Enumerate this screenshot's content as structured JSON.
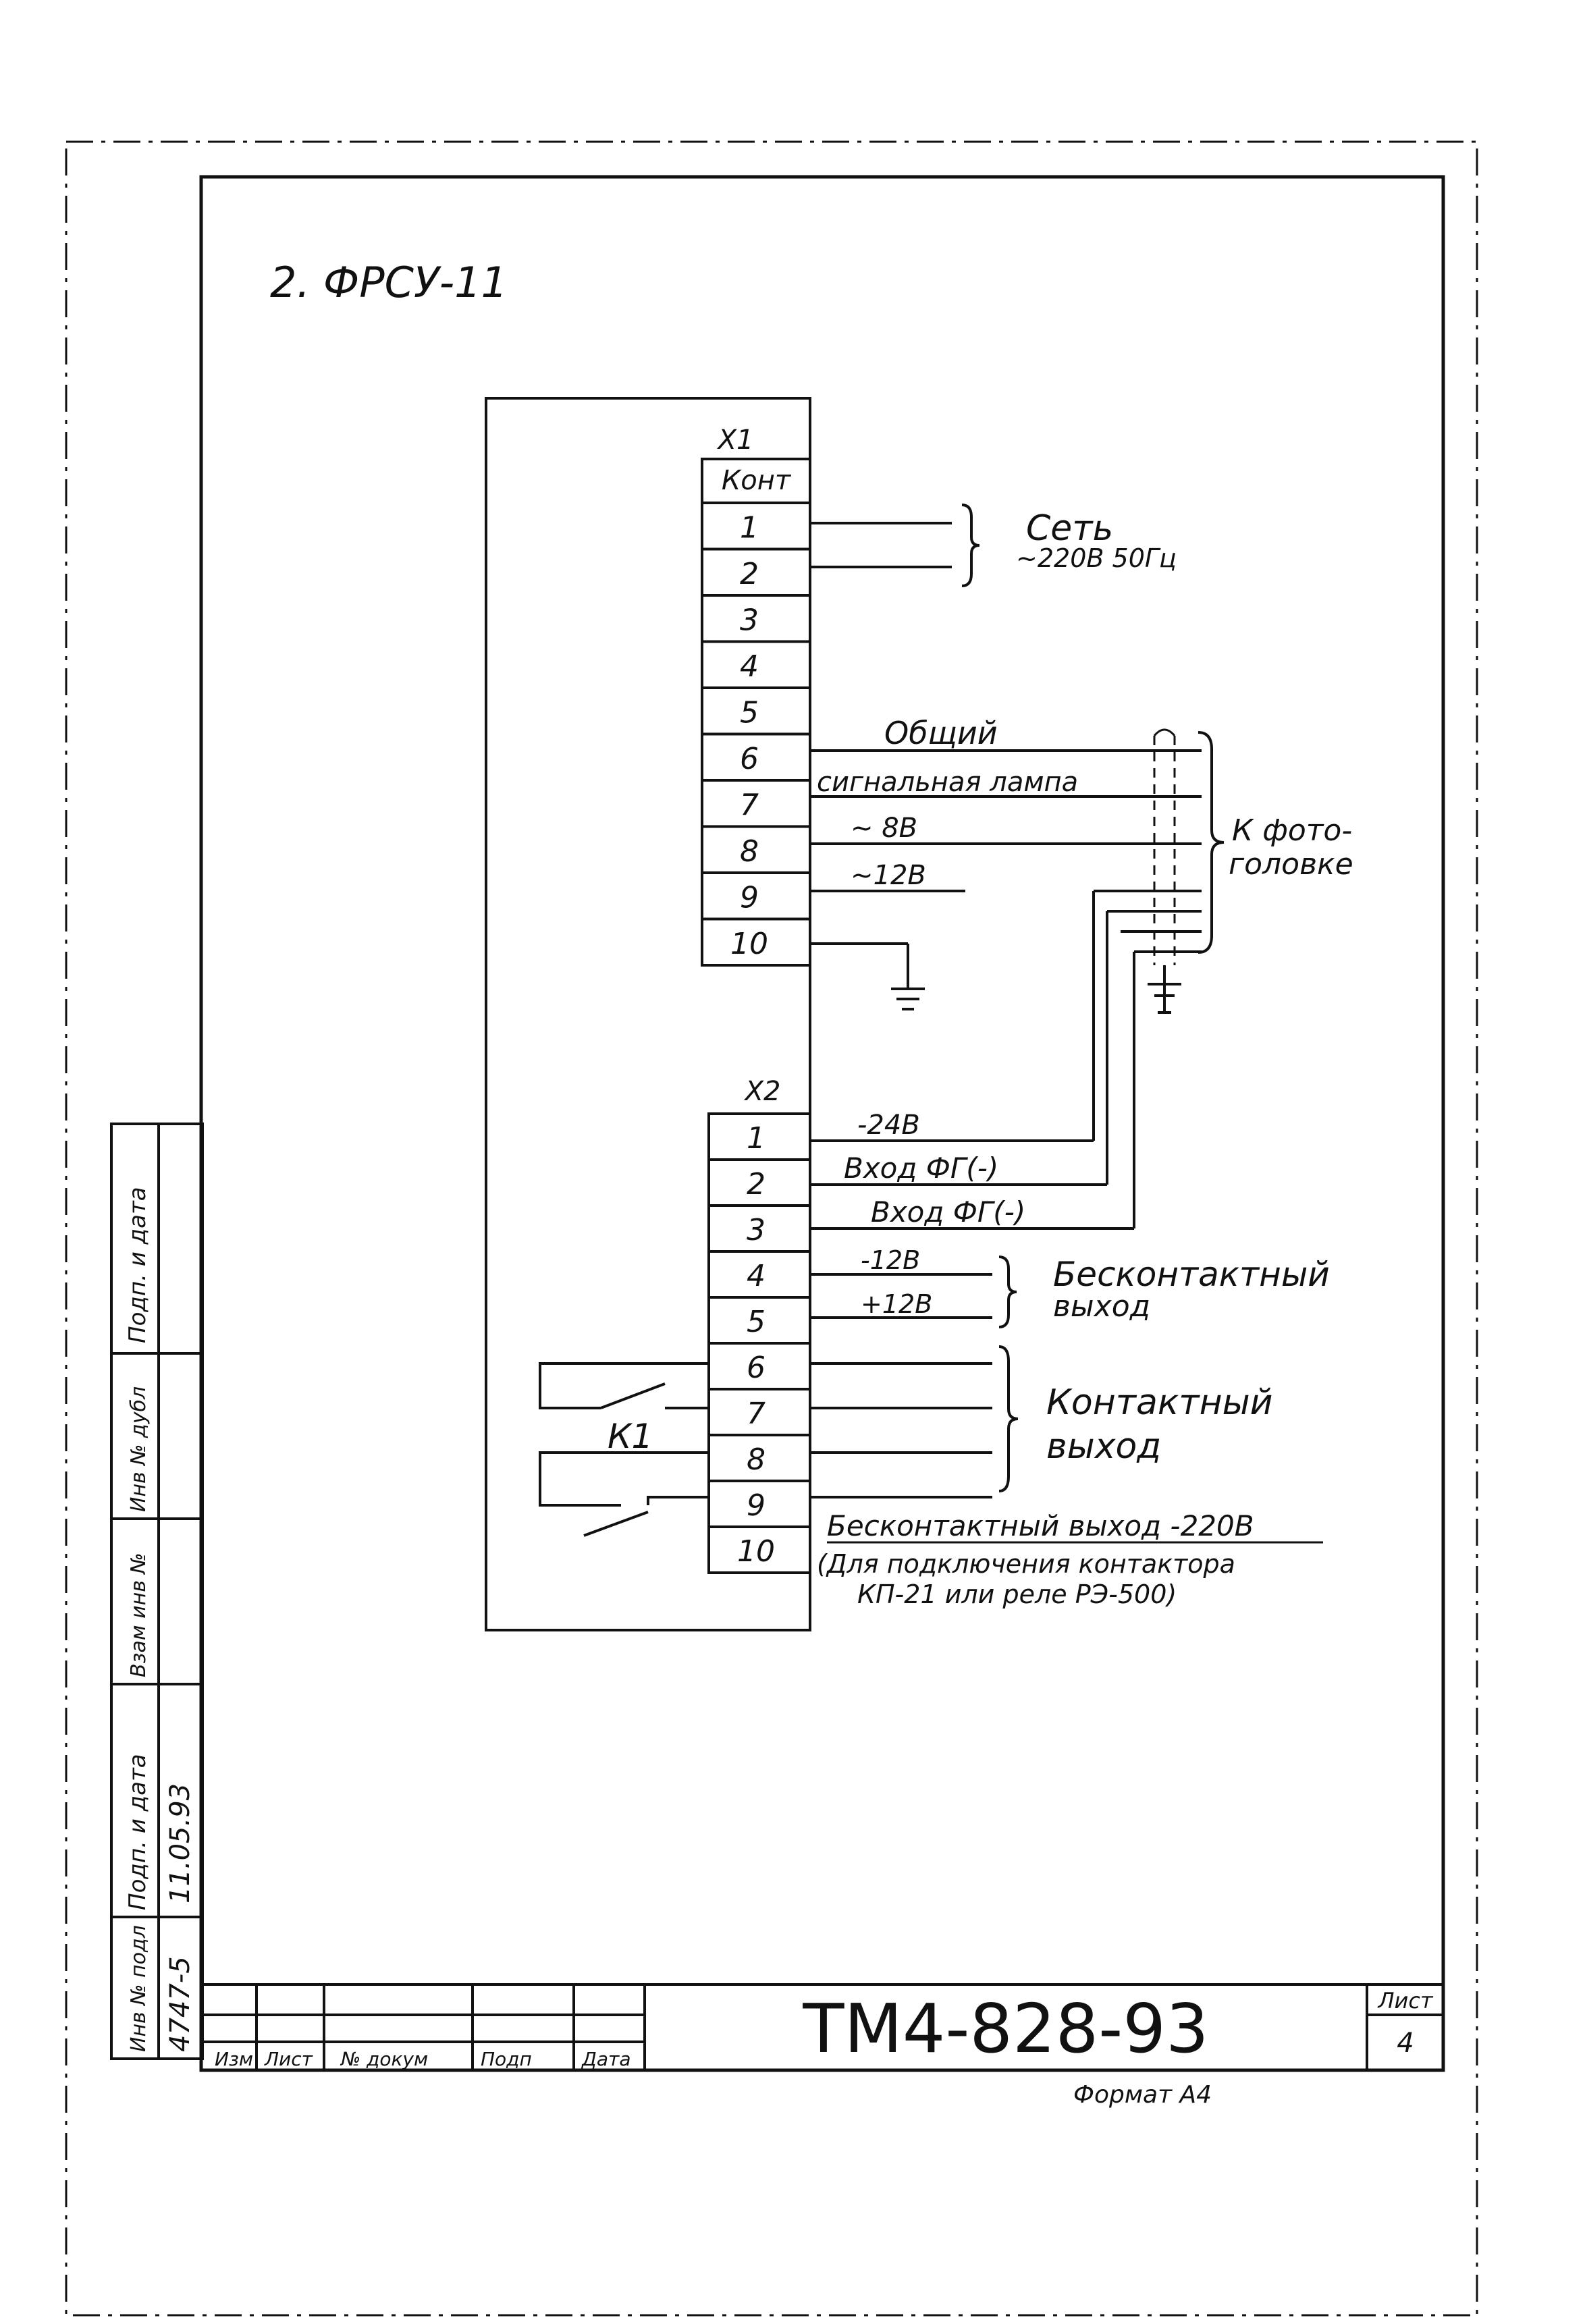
{
  "heading": "2. ФРСУ-11",
  "x1": {
    "title": "X1",
    "header": "Конт",
    "contacts": [
      "1",
      "2",
      "3",
      "4",
      "5",
      "6",
      "7",
      "8",
      "9",
      "10"
    ]
  },
  "x2": {
    "title": "X2",
    "contacts": [
      "1",
      "2",
      "3",
      "4",
      "5",
      "6",
      "7",
      "8",
      "9",
      "10"
    ]
  },
  "labels": {
    "set": "Сеть",
    "set_voltage": "~220В 50Гц",
    "common": "Общий",
    "signal_lamp": "сигнальная лампа",
    "v8": "~ 8В",
    "v12": "~12В",
    "to_photohead_1": "К фото-",
    "to_photohead_2": "головке",
    "v24": "-24В",
    "fg_in_1": "Вход ФГ(-)",
    "fg_in_2": "Вход ФГ(-)",
    "minus12": "-12В",
    "plus12": "+12В",
    "contactless_1": "Бесконтактный",
    "contactless_2": "выход",
    "contact_1": "Контактный",
    "contact_2": "выход",
    "relay": "К1",
    "contactless_220": "Бесконтактный выход -220В",
    "note_1": "(Для подключения контактора",
    "note_2": "КП-21 или реле РЭ-500)"
  },
  "side_stamp": {
    "cells": [
      "Подп. и дата",
      "Инв № дубл",
      "Взам инв №",
      "Подп. и дата",
      "Инв № подл"
    ],
    "values": [
      "",
      "",
      "",
      "11.05.93",
      "4747-5"
    ]
  },
  "title_block": {
    "code": "ТМ4-828-93",
    "columns": [
      "Изм",
      "Лист",
      "№ докум",
      "Подп",
      "Дата"
    ],
    "sheet_label": "Лист",
    "sheet_number": "4",
    "format": "Формат А4"
  }
}
